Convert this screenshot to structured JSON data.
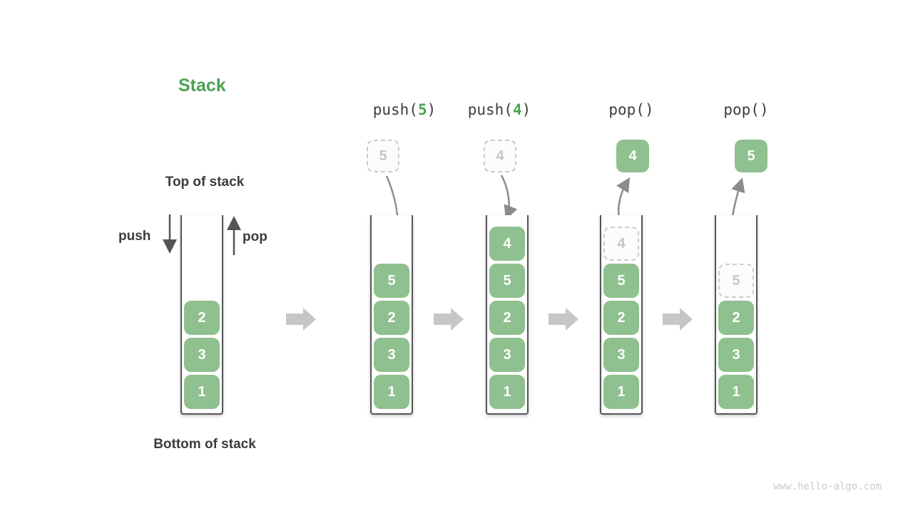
{
  "title": "Stack",
  "labels": {
    "top_of_stack": "Top of stack",
    "bottom_of_stack": "Bottom of stack",
    "push": "push",
    "pop": "pop"
  },
  "watermark": "www.hello-algo.com",
  "colors": {
    "title_green": "#4BA452",
    "box_green": "#8FC08F",
    "box_text": "#FFFFFF",
    "dashed_border": "#CCCCCC",
    "dashed_text": "#C6C6C6",
    "dashed_bg": "#FCFCFC",
    "label_dark": "#3C3C3C",
    "mono_dark": "#3D3D3D",
    "wall_gray": "#555555",
    "arrow_gray": "#8C8C8C",
    "block_arrow_gray": "#C6C6C6",
    "watermark_gray": "#CBCBCB"
  },
  "columns": [
    {
      "name": "initial",
      "operation": null,
      "floating": null,
      "items": [
        {
          "value": "2",
          "style": "solid"
        },
        {
          "value": "3",
          "style": "solid"
        },
        {
          "value": "1",
          "style": "solid"
        }
      ]
    },
    {
      "name": "after-push-5",
      "operation": {
        "prefix": "push(",
        "arg": "5",
        "suffix": ")"
      },
      "floating": {
        "value": "5",
        "style": "dashed"
      },
      "items": [
        {
          "value": "5",
          "style": "solid"
        },
        {
          "value": "2",
          "style": "solid"
        },
        {
          "value": "3",
          "style": "solid"
        },
        {
          "value": "1",
          "style": "solid"
        }
      ]
    },
    {
      "name": "after-push-4",
      "operation": {
        "prefix": "push(",
        "arg": "4",
        "suffix": ")"
      },
      "floating": {
        "value": "4",
        "style": "dashed"
      },
      "items": [
        {
          "value": "4",
          "style": "solid"
        },
        {
          "value": "5",
          "style": "solid"
        },
        {
          "value": "2",
          "style": "solid"
        },
        {
          "value": "3",
          "style": "solid"
        },
        {
          "value": "1",
          "style": "solid"
        }
      ]
    },
    {
      "name": "after-pop-4",
      "operation": {
        "prefix": "pop(",
        "arg": "",
        "suffix": ")"
      },
      "floating": {
        "value": "4",
        "style": "solid"
      },
      "items": [
        {
          "value": "4",
          "style": "dashed"
        },
        {
          "value": "5",
          "style": "solid"
        },
        {
          "value": "2",
          "style": "solid"
        },
        {
          "value": "3",
          "style": "solid"
        },
        {
          "value": "1",
          "style": "solid"
        }
      ]
    },
    {
      "name": "after-pop-5",
      "operation": {
        "prefix": "pop(",
        "arg": "",
        "suffix": ")"
      },
      "floating": {
        "value": "5",
        "style": "solid"
      },
      "items": [
        {
          "value": "5",
          "style": "dashed"
        },
        {
          "value": "2",
          "style": "solid"
        },
        {
          "value": "3",
          "style": "solid"
        },
        {
          "value": "1",
          "style": "solid"
        }
      ]
    }
  ]
}
